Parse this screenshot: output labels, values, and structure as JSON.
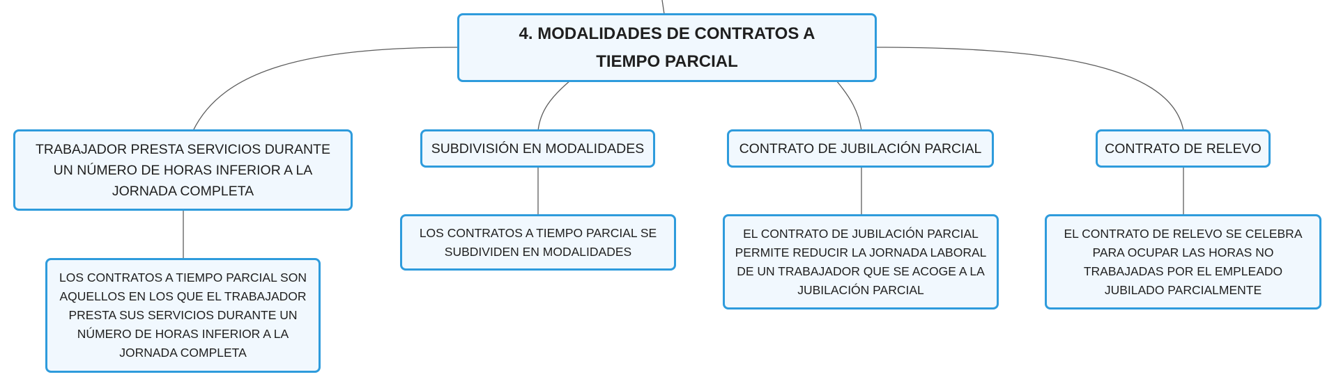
{
  "diagram": {
    "root": {
      "text": "4. MODALIDADES DE CONTRATOS A TIEMPO PARCIAL"
    },
    "branches": [
      {
        "label": "TRABAJADOR PRESTA SERVICIOS DURANTE UN NÚMERO DE HORAS INFERIOR A LA JORNADA COMPLETA",
        "detail": "LOS CONTRATOS A TIEMPO PARCIAL SON AQUELLOS EN LOS QUE EL TRABAJADOR PRESTA SUS SERVICIOS DURANTE UN NÚMERO DE HORAS INFERIOR A LA JORNADA COMPLETA"
      },
      {
        "label": "SUBDIVISIÓN EN MODALIDADES",
        "detail": "LOS CONTRATOS A TIEMPO PARCIAL SE SUBDIVIDEN EN MODALIDADES"
      },
      {
        "label": "CONTRATO DE JUBILACIÓN PARCIAL",
        "detail": "EL CONTRATO DE JUBILACIÓN PARCIAL PERMITE REDUCIR LA JORNADA LABORAL DE UN TRABAJADOR QUE SE ACOGE A LA JUBILACIÓN PARCIAL"
      },
      {
        "label": "CONTRATO DE RELEVO",
        "detail": "EL CONTRATO DE RELEVO SE CELEBRA PARA OCUPAR LAS HORAS NO TRABAJADAS POR EL EMPLEADO JUBILADO PARCIALMENTE"
      }
    ]
  },
  "colors": {
    "border": "#2e9bdc",
    "fill": "#f1f8fe",
    "line": "#5c5c5c",
    "text": "#1f1f1f"
  }
}
